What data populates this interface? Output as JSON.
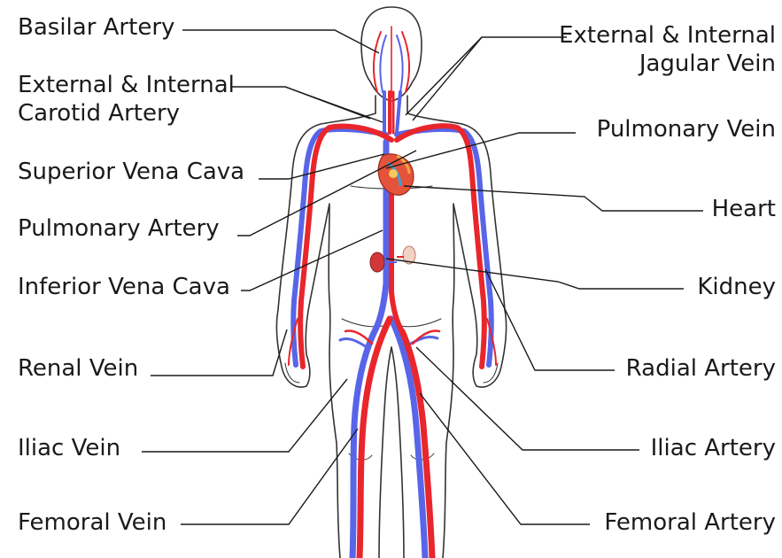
{
  "colors": {
    "artery": "#e8262c",
    "vein": "#5865e8",
    "outline": "#333333",
    "leader": "#1a1a1a",
    "heart": "#e5533a",
    "kidney": "#d2373a",
    "background": "#ffffff"
  },
  "labels_left": {
    "basilar_artery": "Basilar Artery",
    "carotid_line1": "External & Internal",
    "carotid_line2": "Carotid Artery",
    "superior_vena_cava": "Superior Vena Cava",
    "pulmonary_artery": "Pulmonary Artery",
    "inferior_vena_cava": "Inferior Vena Cava",
    "renal_vein": "Renal Vein",
    "iliac_vein": "Iliac Vein",
    "femoral_vein": "Femoral Vein"
  },
  "labels_right": {
    "jugular_line1": "External & Internal",
    "jugular_line2": "Jagular Vein",
    "pulmonary_vein": "Pulmonary  Vein",
    "heart": "Heart",
    "kidney": "Kidney",
    "radial_artery": "Radial Artery",
    "iliac_artery": "Iliac Artery",
    "femoral_artery": "Femoral Artery"
  }
}
